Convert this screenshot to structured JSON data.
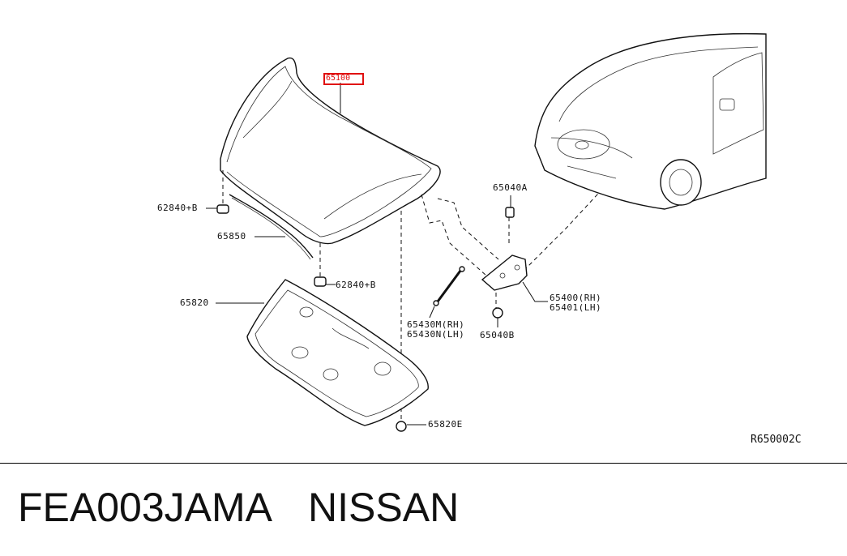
{
  "callouts": {
    "hood": "65100",
    "bumper_front": "62840+B",
    "bumper_rear": "62840+B",
    "seal": "65850",
    "insulator": "65820",
    "clip": "65820E",
    "strut_rh": "65430M(RH)",
    "strut_lh": "65430N(LH)",
    "bolt_a": "65040A",
    "bolt_b": "65040B",
    "hinge_rh": "65400(RH)",
    "hinge_lh": "65401(LH)"
  },
  "diagram_ref": "R650002C",
  "footer": {
    "part_code": "FEA003JAMA",
    "brand": "NISSAN"
  },
  "colors": {
    "highlight": "#e01010",
    "line": "#111111"
  }
}
